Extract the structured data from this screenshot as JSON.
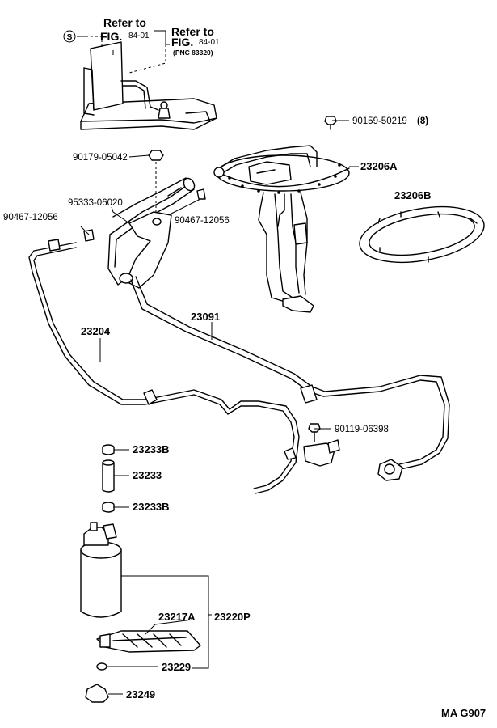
{
  "refs": {
    "ref1_title": "Refer to",
    "ref1_fig": "FIG.",
    "ref1_num": "84-01",
    "ref2_title": "Refer to",
    "ref2_fig": "FIG.",
    "ref2_num": "84-01",
    "ref2_pnc": "(PNC 83320)",
    "symbol": "S"
  },
  "parts": {
    "p_90159_50219": "90159-50219",
    "qty_8": "(8)",
    "p_90179_05042": "90179-05042",
    "p_23206A": "23206A",
    "p_23206B": "23206B",
    "p_95333_06020": "95333-06020",
    "p_90467_12056_left": "90467-12056",
    "p_90467_12056_right": "90467-12056",
    "p_23091": "23091",
    "p_23204": "23204",
    "p_90119_06398": "90119-06398",
    "p_23233B_top": "23233B",
    "p_23233": "23233",
    "p_23233B_bottom": "23233B",
    "p_23217A": "23217A",
    "p_23220P": "23220P",
    "p_23229": "23229",
    "p_23249": "23249"
  },
  "footer": {
    "code": "MA G907"
  }
}
